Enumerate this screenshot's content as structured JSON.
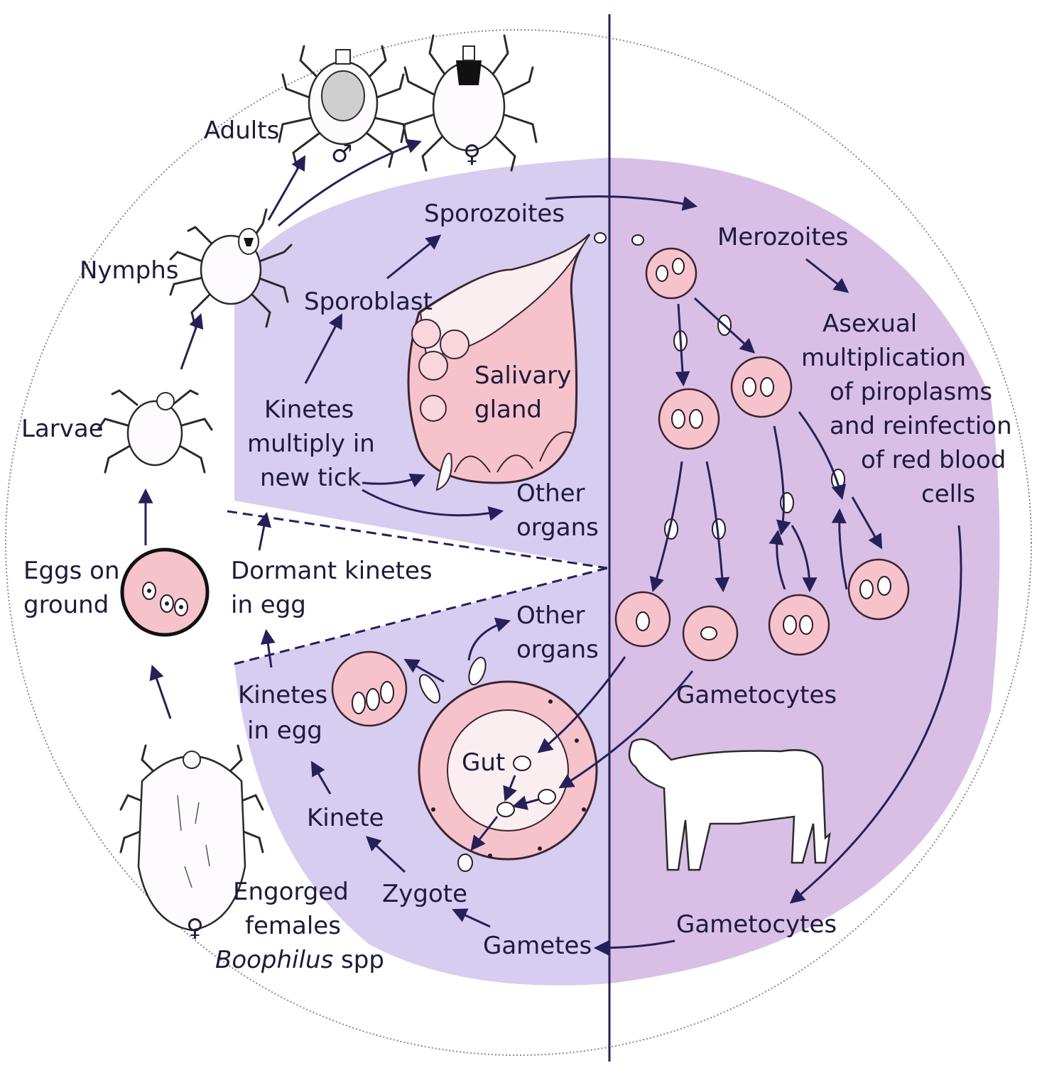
{
  "colors": {
    "tick_phase_bg": "#d6cdf0",
    "host_phase_bg": "#d9bfe6",
    "cell_fill": "#f6c3cc",
    "line": "#252158"
  },
  "labels": {
    "adults": "Adults",
    "nymphs": "Nymphs",
    "larvae": "Larvae",
    "eggs_on_ground_1": "Eggs on",
    "eggs_on_ground_2": "ground",
    "engorged_1": "Engorged",
    "engorged_2": "females",
    "engorged_3_italic": "Boophilus",
    "engorged_3_rest": " spp",
    "sporozoites": "Sporozoites",
    "sporoblast": "Sporoblast",
    "kinetes_multiply_1": "Kinetes",
    "kinetes_multiply_2": "multiply in",
    "kinetes_multiply_3": "new tick",
    "salivary_gland_1": "Salivary",
    "salivary_gland_2": "gland",
    "other_organs_top_1": "Other",
    "other_organs_top_2": "organs",
    "dormant_kinetes_1": "Dormant kinetes",
    "dormant_kinetes_2": "in egg",
    "other_organs_bottom_1": "Other",
    "other_organs_bottom_2": "organs",
    "kinetes_in_egg_1": "Kinetes",
    "kinetes_in_egg_2": "in egg",
    "gut": "Gut",
    "kinete": "Kinete",
    "zygote": "Zygote",
    "gametes": "Gametes",
    "merozoites": "Merozoites",
    "asexual_1": "Asexual",
    "asexual_2": "multiplication",
    "asexual_3": "of piroplasms",
    "asexual_4": "and reinfection",
    "asexual_5": "of red blood",
    "asexual_6": "cells",
    "gametocytes_upper": "Gametocytes",
    "gametocytes_lower": "Gametocytes",
    "male_symbol": "♂",
    "female_symbol": "♀"
  },
  "icons": {
    "tick_adult_male": "tick-adult-male-icon",
    "tick_adult_female": "tick-adult-female-icon",
    "tick_nymph": "tick-nymph-icon",
    "tick_larva": "tick-larva-icon",
    "tick_engorged": "tick-engorged-female-icon",
    "cow": "cow-icon"
  }
}
